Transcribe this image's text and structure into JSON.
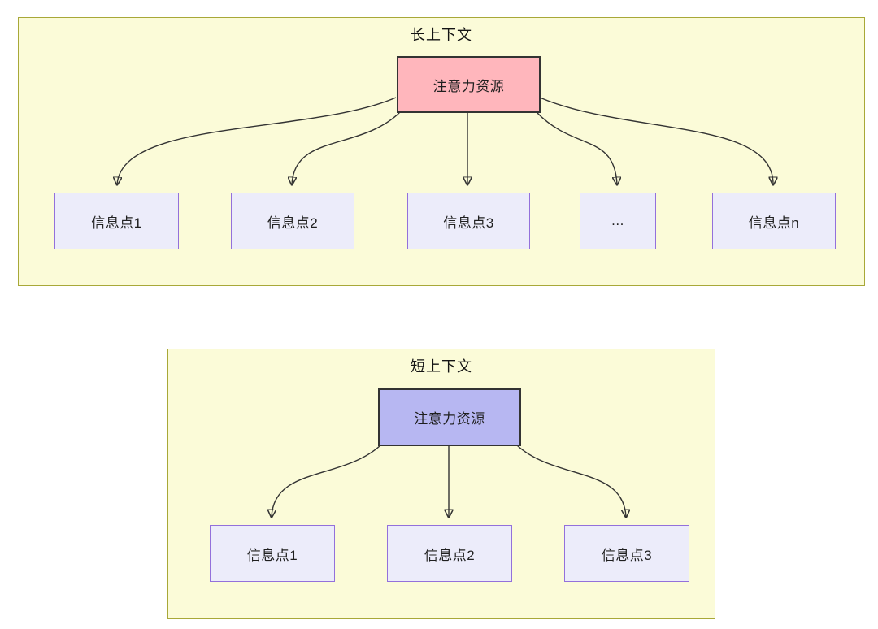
{
  "diagram": {
    "type": "flowchart-comparison",
    "line_color": "#333333",
    "sections": [
      {
        "id": "long-context",
        "title": "长上下文",
        "container_fill": "#fbfbd8",
        "container_border": "#a8a838",
        "attention": {
          "label": "注意力资源",
          "fill": "#ffb6bc",
          "border": "#333333"
        },
        "item_fill": "#ececfa",
        "item_border": "#9370DB",
        "items": [
          {
            "label": "信息点1"
          },
          {
            "label": "信息点2"
          },
          {
            "label": "信息点3"
          },
          {
            "label": "..."
          },
          {
            "label": "信息点n"
          }
        ]
      },
      {
        "id": "short-context",
        "title": "短上下文",
        "container_fill": "#fbfbd8",
        "container_border": "#a8a838",
        "attention": {
          "label": "注意力资源",
          "fill": "#b7b7f2",
          "border": "#333333"
        },
        "item_fill": "#ececfa",
        "item_border": "#9370DB",
        "items": [
          {
            "label": "信息点1"
          },
          {
            "label": "信息点2"
          },
          {
            "label": "信息点3"
          }
        ]
      }
    ]
  }
}
